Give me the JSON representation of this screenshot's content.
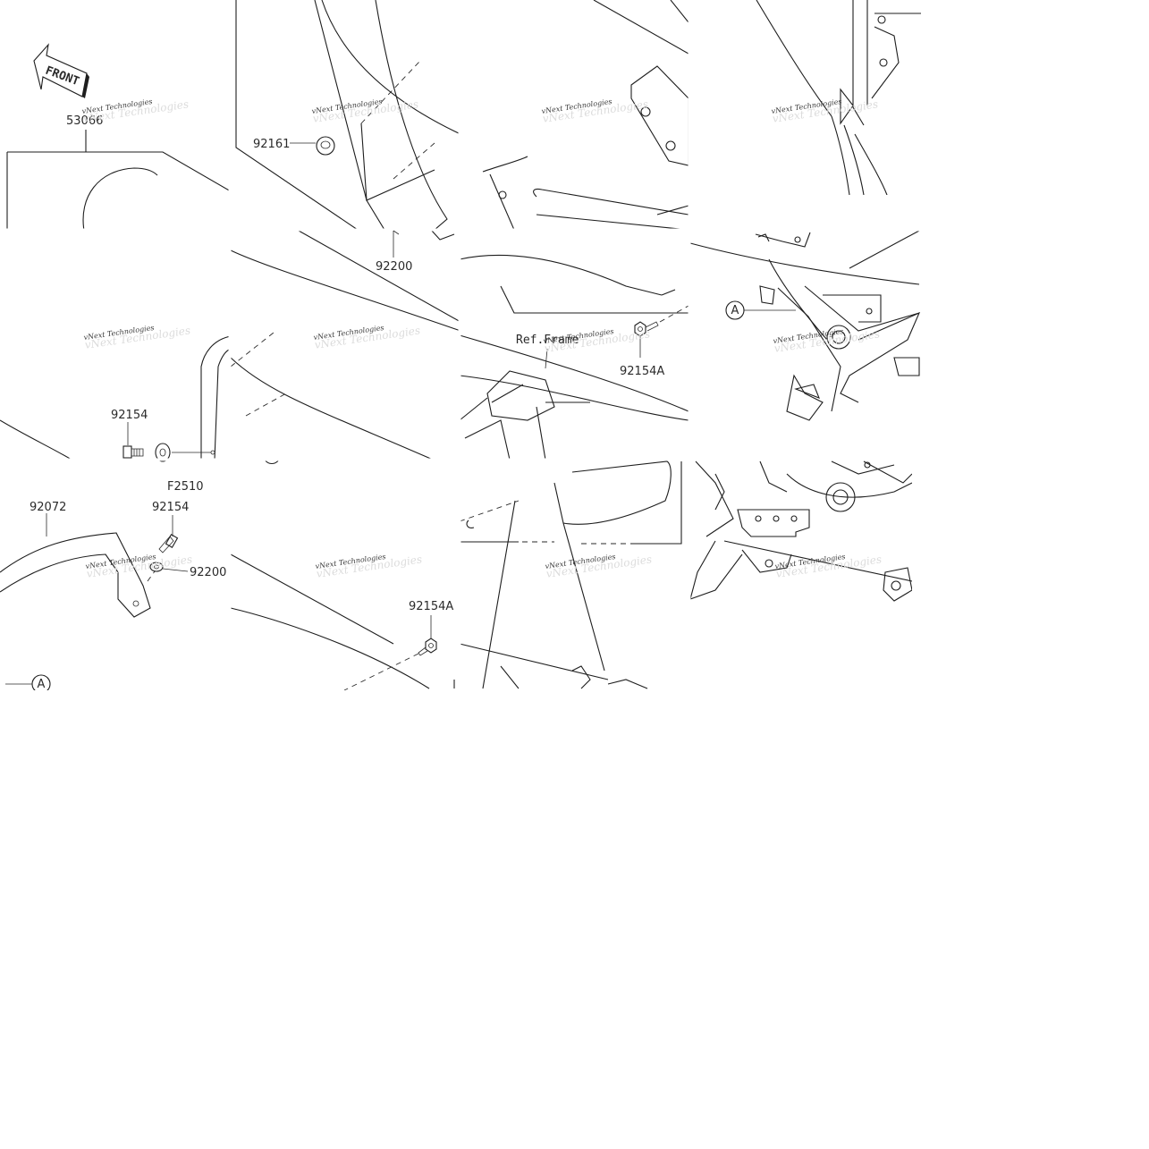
{
  "orientation_label": "FRONT",
  "reference_text": "Ref.Frame",
  "callout_reference": "A",
  "part_numbers": [
    {
      "id": "p53066",
      "text": "53066"
    },
    {
      "id": "p92161",
      "text": "92161"
    },
    {
      "id": "p92200a",
      "text": "92200"
    },
    {
      "id": "p92154a",
      "text": "92154"
    },
    {
      "id": "pF2510",
      "text": "F2510"
    },
    {
      "id": "p92072",
      "text": "92072"
    },
    {
      "id": "p92154b",
      "text": "92154"
    },
    {
      "id": "p92200b",
      "text": "92200"
    },
    {
      "id": "p92154Aa",
      "text": "92154A"
    },
    {
      "id": "p92154Ab",
      "text": "92154A"
    }
  ],
  "watermark": "vNext Technologies"
}
